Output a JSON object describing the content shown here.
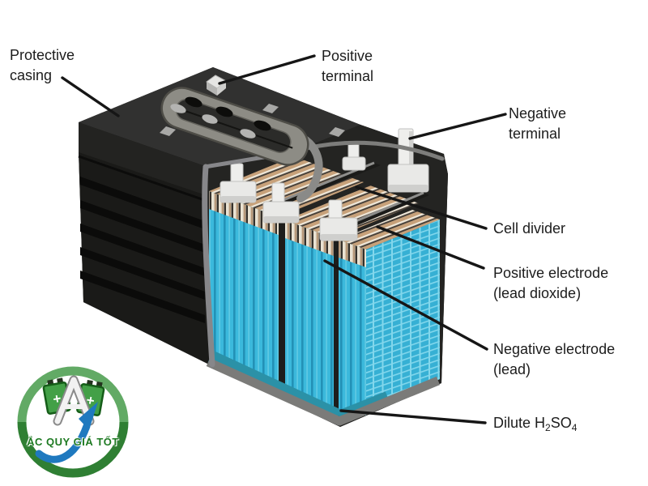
{
  "figure": {
    "type": "lead-acid battery cutaway diagram",
    "background": "#ffffff"
  },
  "annotations": {
    "protective_casing": {
      "lines": [
        "Protective",
        "casing"
      ]
    },
    "positive_terminal": {
      "lines": [
        "Positive",
        "terminal"
      ]
    },
    "negative_terminal": {
      "lines": [
        "Negative",
        "terminal"
      ]
    },
    "cell_divider": {
      "lines": [
        "Cell divider"
      ]
    },
    "positive_electrode": {
      "lines": [
        "Positive electrode",
        "(lead dioxide)"
      ]
    },
    "negative_electrode": {
      "lines": [
        "Negative electrode",
        "(lead)"
      ]
    },
    "dilute_acid": {
      "prefix": "Dilute H",
      "sub_2": "2",
      "mid": "SO",
      "sub_4": "4"
    }
  },
  "watermark": {
    "brand_text": "ẮC QUY GIÁ TỐT",
    "battery_plus_left": "+",
    "battery_plus_right": "+"
  },
  "colors": {
    "casing_top": "#313130",
    "casing_front": "#1a1a18",
    "electrolyte_cyan": "#3bb9dc",
    "positive_plate_tan": "#c7a17a",
    "separator_cream": "#efe8da",
    "liquid_teal": "#2b91a7",
    "post_white": "#eeeeec",
    "rim_gray": "#87878a",
    "leader_line": "#161616",
    "label_text": "#1c1c1c",
    "logo_green": "#2f7f33",
    "logo_blue": "#1f79bf"
  }
}
